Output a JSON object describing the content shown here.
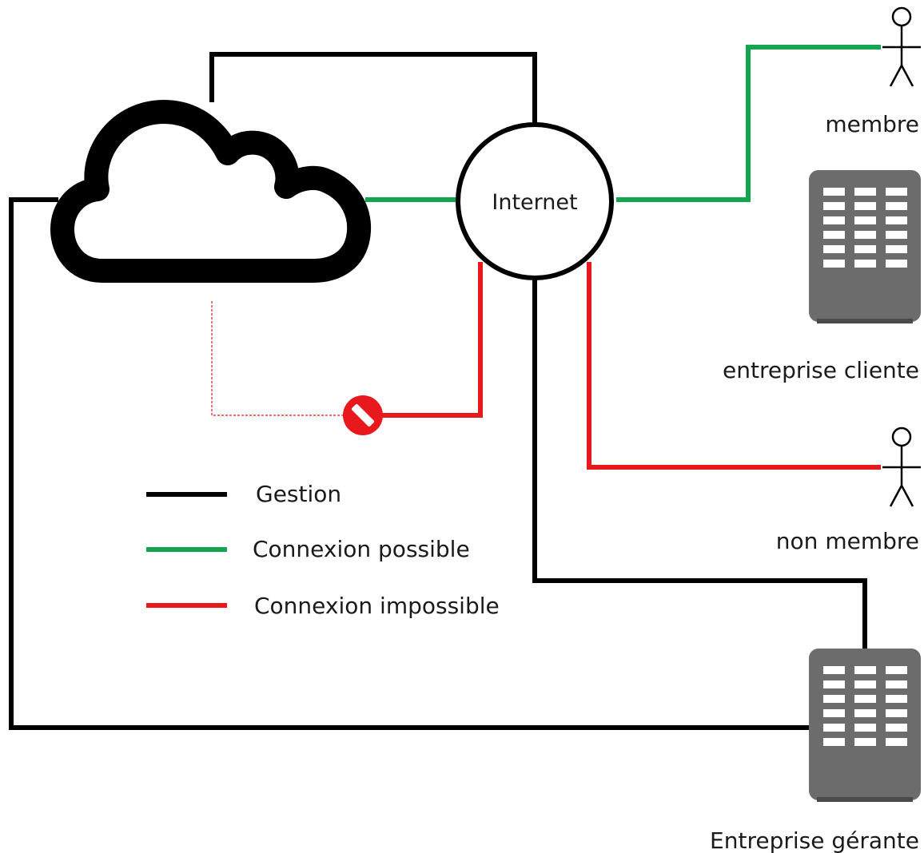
{
  "colors": {
    "gestion": "#000000",
    "possible": "#14a550",
    "impossible": "#e8191d",
    "server_body": "#6c6c6c",
    "server_slot": "#ffffff"
  },
  "hub": {
    "label": "Internet"
  },
  "nodes": {
    "cloud": {
      "icon": "cloud-icon"
    },
    "membre": {
      "label": "membre",
      "icon": "person-icon"
    },
    "entreprise_cliente": {
      "label": "entreprise cliente",
      "icon": "server-icon"
    },
    "non_membre": {
      "label": "non membre",
      "icon": "person-icon"
    },
    "entreprise_gerante": {
      "label": "Entreprise gérante",
      "icon": "server-icon"
    },
    "blocked": {
      "icon": "no-entry-icon"
    }
  },
  "legend": {
    "gestion": "Gestion",
    "possible": "Connexion possible",
    "impossible": "Connexion impossible"
  }
}
